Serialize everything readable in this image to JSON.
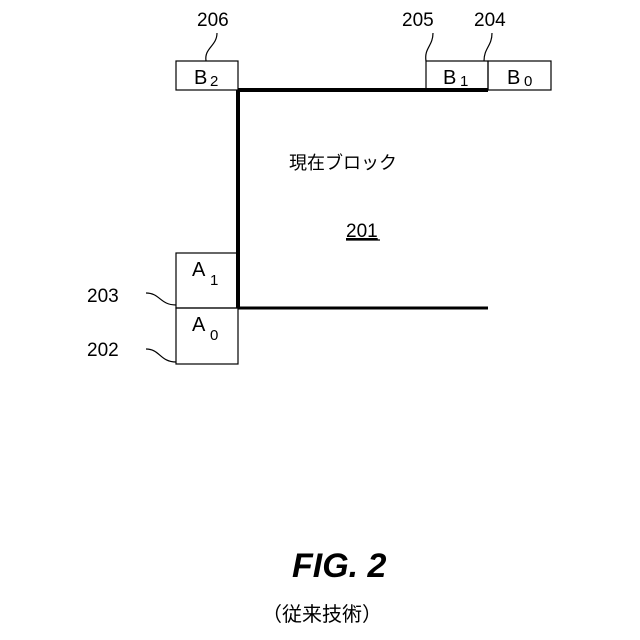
{
  "blocks": {
    "b2": {
      "letter": "B",
      "index": "2",
      "ref": "206"
    },
    "b1": {
      "letter": "B",
      "index": "1",
      "ref": "205"
    },
    "b0": {
      "letter": "B",
      "index": "0",
      "ref": "204"
    },
    "a1": {
      "letter": "A",
      "index": "1",
      "ref": "203"
    },
    "a0": {
      "letter": "A",
      "index": "0",
      "ref": "202"
    }
  },
  "current_block": {
    "label": "現在ブロック",
    "ref": "201"
  },
  "figure": {
    "title": "FIG. 2",
    "caption": "（従来技術）"
  }
}
